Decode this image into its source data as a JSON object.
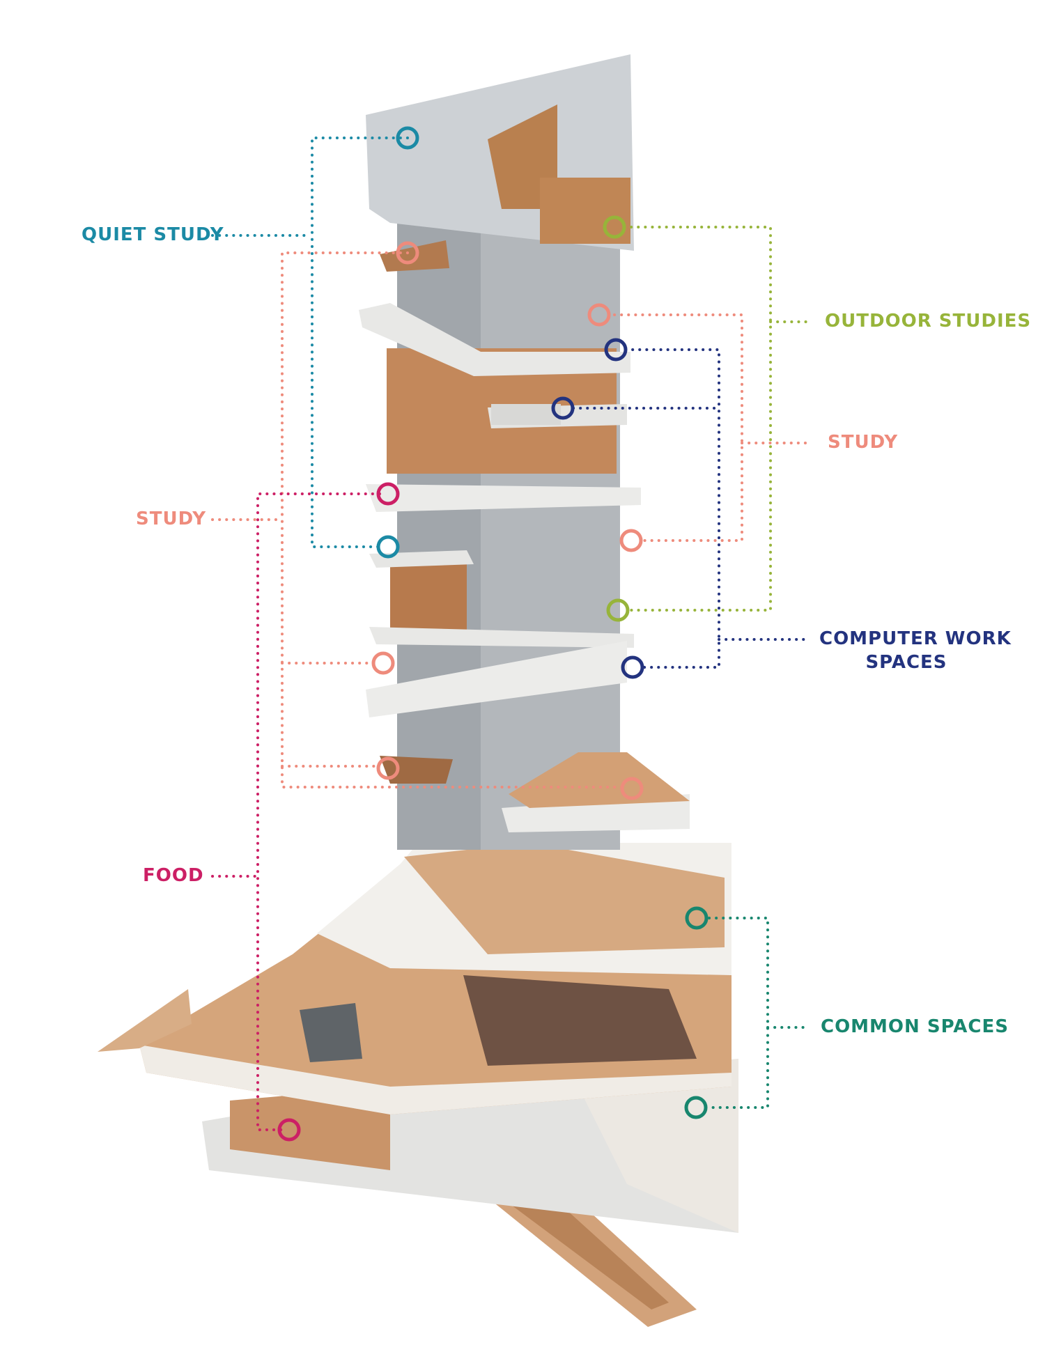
{
  "colors": {
    "quiet_study": "#1b8aa5",
    "study": "#ee8b7c",
    "outdoor": "#97b43a",
    "computer": "#23337f",
    "food": "#cc1f65",
    "common": "#18866e",
    "concrete": "#d9dcdf",
    "concrete_dark": "#b9bdc2",
    "wood": "#c78c5e",
    "wood_light": "#ddb590",
    "glass": "#9aa3aa"
  },
  "labels": {
    "quiet_study": "QUIET STUDY",
    "outdoor_studies": "OUTDOOR STUDIES",
    "study_right": "STUDY",
    "study_left": "STUDY",
    "computer_line1": "COMPUTER WORK",
    "computer_line2": "SPACES",
    "food": "FOOD",
    "common_spaces": "COMMON SPACES"
  }
}
